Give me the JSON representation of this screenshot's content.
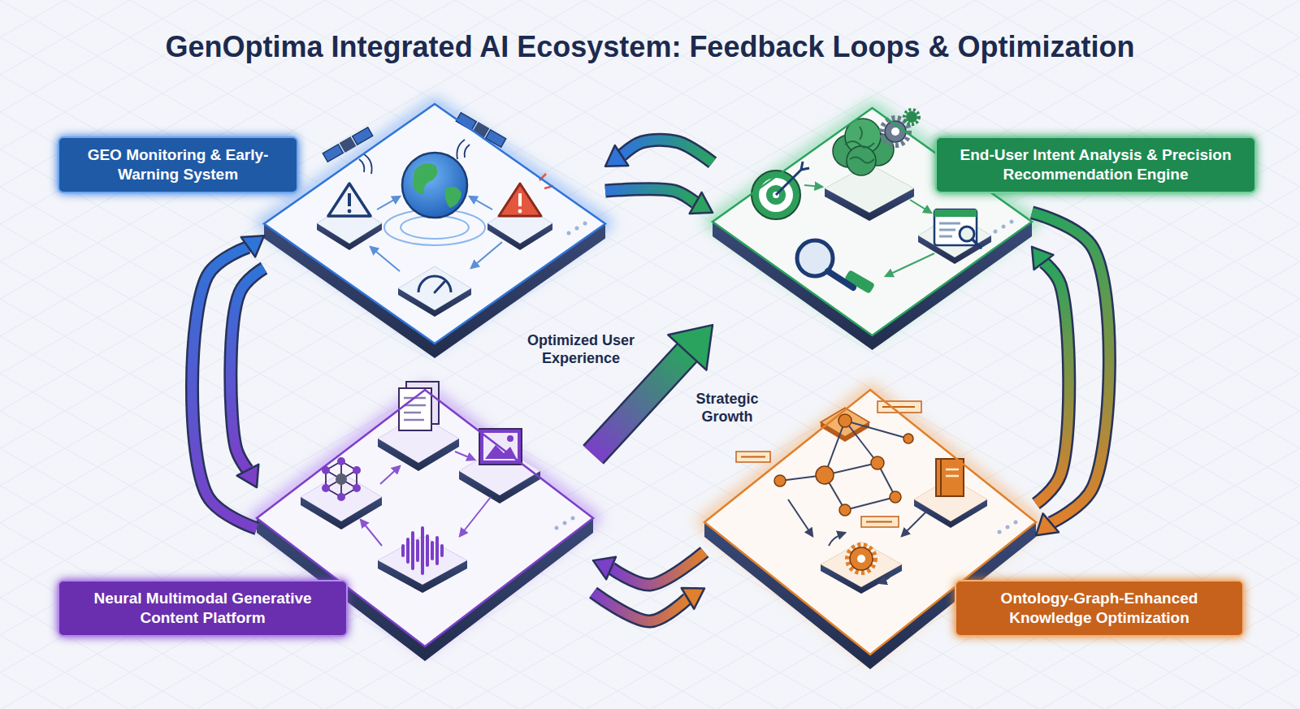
{
  "diagram": {
    "title": "GenOptima Integrated AI Ecosystem: Feedback Loops & Optimization",
    "nodes": [
      {
        "text": [
          "GEO Monitoring & Early-Warning System"
        ]
      },
      {
        "text": [
          "End-User Intent Analysis & Precision Recommendation Engine"
        ]
      },
      {
        "text": [
          "Neural Multimodal Generative Content Platform"
        ]
      },
      {
        "text": [
          "Ontology-Graph-Enhanced Knowledge Optimization"
        ]
      }
    ],
    "edges": [
      {
        "from": 0,
        "to": 1,
        "arrow": "to"
      },
      {
        "from": 1,
        "to": 0,
        "arrow": "to"
      },
      {
        "from": 1,
        "to": 3,
        "arrow": "to"
      },
      {
        "from": 3,
        "to": 1,
        "arrow": "to"
      },
      {
        "from": 3,
        "to": 2,
        "arrow": "to"
      },
      {
        "from": 2,
        "to": 3,
        "arrow": "to"
      },
      {
        "from": 2,
        "to": 0,
        "arrow": "to"
      },
      {
        "from": 0,
        "to": 2,
        "arrow": "to"
      },
      {
        "from": 2,
        "to": 1,
        "arrow": "to"
      }
    ],
    "labels": [
      "Optimized User Experience",
      "Strategic Growth"
    ]
  }
}
